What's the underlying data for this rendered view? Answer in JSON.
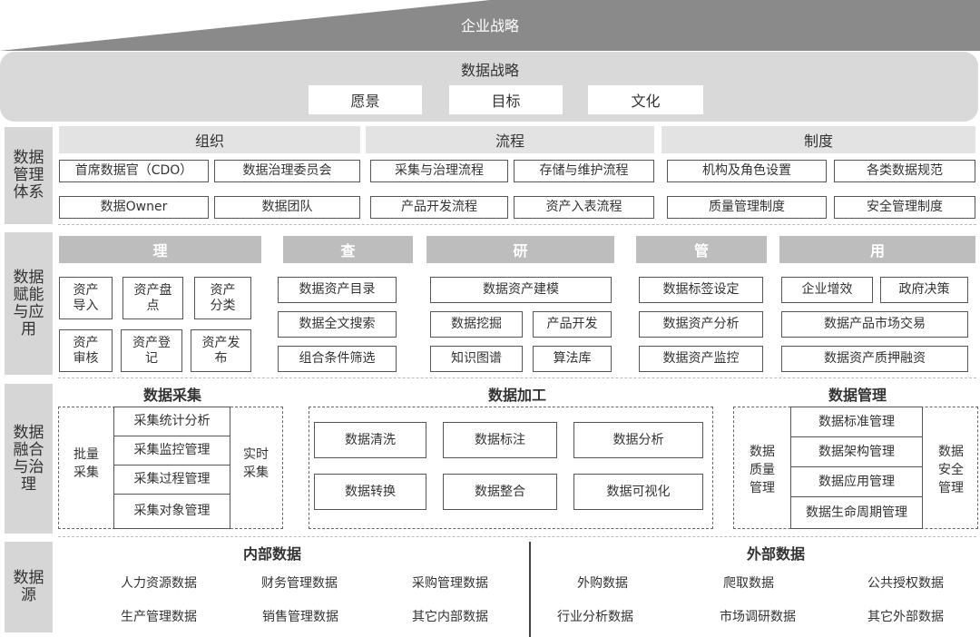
{
  "enterprise_strategy": "企业战略",
  "data_strategy": {
    "title": "数据战略",
    "items": [
      "愿景",
      "目标",
      "文化"
    ]
  },
  "management": {
    "label": "数据管理体系",
    "groups": [
      {
        "title": "组织",
        "items": [
          "首席数据官（CDO）",
          "数据治理委员会",
          "数据Owner",
          "数据团队"
        ]
      },
      {
        "title": "流程",
        "items": [
          "采集与治理流程",
          "存储与维护流程",
          "产品开发流程",
          "资产入表流程"
        ]
      },
      {
        "title": "制度",
        "items": [
          "机构及角色设置",
          "各类数据规范",
          "质量管理制度",
          "安全管理制度"
        ]
      }
    ]
  },
  "enablement": {
    "label": "数据赋能与应用",
    "groups": [
      {
        "title": "理",
        "items": [
          "资产导入",
          "资产盘点",
          "资产分类",
          "资产审核",
          "资产登记",
          "资产发布"
        ]
      },
      {
        "title": "查",
        "items": [
          "数据资产目录",
          "数据全文搜索",
          "组合条件筛选"
        ]
      },
      {
        "title": "研",
        "items": [
          "数据资产建模",
          "数据挖掘",
          "产品开发",
          "知识图谱",
          "算法库"
        ]
      },
      {
        "title": "管",
        "items": [
          "数据标签设定",
          "数据资产分析",
          "数据资产监控"
        ]
      },
      {
        "title": "用",
        "items": [
          "企业增效",
          "政府决策",
          "数据产品市场交易",
          "数据资产质押融资"
        ]
      }
    ]
  },
  "fusion": {
    "label": "数据融合与治理",
    "collection": {
      "title": "数据采集",
      "left": "批量采集",
      "right": "实时采集",
      "items": [
        "采集统计分析",
        "采集监控管理",
        "采集过程管理",
        "采集对象管理"
      ]
    },
    "processing": {
      "title": "数据加工",
      "items": [
        "数据清洗",
        "数据标注",
        "数据分析",
        "数据转换",
        "数据整合",
        "数据可视化"
      ]
    },
    "management": {
      "title": "数据管理",
      "left": "数据质量管理",
      "right": "数据安全管理",
      "items": [
        "数据标准管理",
        "数据架构管理",
        "数据应用管理",
        "数据生命周期管理"
      ]
    }
  },
  "sources": {
    "label": "数据源",
    "internal": {
      "title": "内部数据",
      "items": [
        "人力资源数据",
        "财务管理数据",
        "采购管理数据",
        "生产管理数据",
        "销售管理数据",
        "其它内部数据"
      ]
    },
    "external": {
      "title": "外部数据",
      "items": [
        "外购数据",
        "爬取数据",
        "公共授权数据",
        "行业分析数据",
        "市场调研数据",
        "其它外部数据"
      ]
    }
  }
}
